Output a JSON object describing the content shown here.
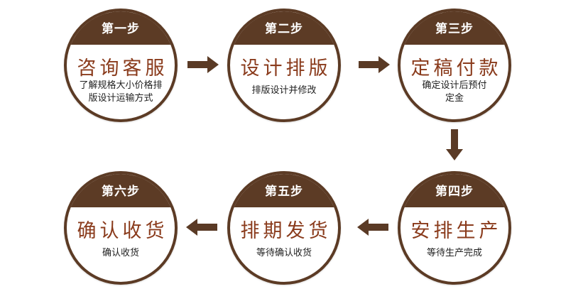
{
  "colors": {
    "brown": "#5c3b25",
    "title_red": "#8a3b1c",
    "arrow": "#5a3a25",
    "text": "#1f1f1f"
  },
  "steps": [
    {
      "label": "第一步",
      "title": "咨询客服",
      "desc_lines": [
        "了解规格大小价格排",
        "版设计运输方式"
      ]
    },
    {
      "label": "第二步",
      "title": "设计排版",
      "desc_lines": [
        "排版设计并修改"
      ]
    },
    {
      "label": "第三步",
      "title": "定稿付款",
      "desc_lines": [
        "确定设计后预付",
        "定金"
      ]
    },
    {
      "label": "第四步",
      "title": "安排生产",
      "desc_lines": [
        "等待生产完成"
      ]
    },
    {
      "label": "第五步",
      "title": "排期发货",
      "desc_lines": [
        "等待确认收货"
      ]
    },
    {
      "label": "第六步",
      "title": "确认收货",
      "desc_lines": [
        "确认收货"
      ]
    }
  ],
  "arrows": [
    {
      "from": 1,
      "to": 2,
      "direction": "right"
    },
    {
      "from": 2,
      "to": 3,
      "direction": "right"
    },
    {
      "from": 3,
      "to": 4,
      "direction": "down"
    },
    {
      "from": 4,
      "to": 5,
      "direction": "left"
    },
    {
      "from": 5,
      "to": 6,
      "direction": "left"
    }
  ]
}
